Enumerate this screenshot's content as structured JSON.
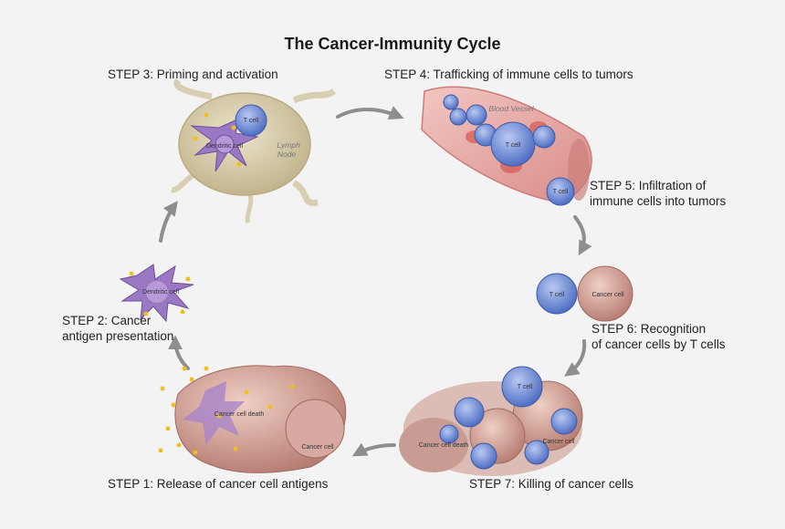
{
  "title": "The Cancer-Immunity Cycle",
  "steps": [
    {
      "line1": "STEP 1: Release of cancer cell antigens",
      "line2": ""
    },
    {
      "line1": "STEP 2: Cancer",
      "line2": "antigen presentation"
    },
    {
      "line1": "STEP 3: Priming and activation",
      "line2": ""
    },
    {
      "line1": "STEP 4: Trafficking of immune cells to tumors",
      "line2": ""
    },
    {
      "line1": "STEP 5: Infiltration of",
      "line2": "immune cells into tumors"
    },
    {
      "line1": "STEP 6: Recognition",
      "line2": "of cancer cells by T cells"
    },
    {
      "line1": "STEP 7: Killing of cancer cells",
      "line2": ""
    }
  ],
  "cell_labels": {
    "t_cell": "T cell",
    "dendritic_cell": "Dendritic cell",
    "lymph_node_1": "Lymph",
    "lymph_node_2": "Node",
    "blood_vessel": "Blood Vessel",
    "cancer_cell": "Cancer cell",
    "cancer_cell_death": "Cancer cell death"
  },
  "colors": {
    "background": "#f3f3f3",
    "arrow": "#8e8e8e",
    "t_cell": "#6f8fdc",
    "dendritic_cell": "#9a78c4",
    "lymph_node": "#d6cba8",
    "blood_vessel": "#e6a3a0",
    "cancer_cell": "#c98f86",
    "antigen": "#f0c020"
  }
}
